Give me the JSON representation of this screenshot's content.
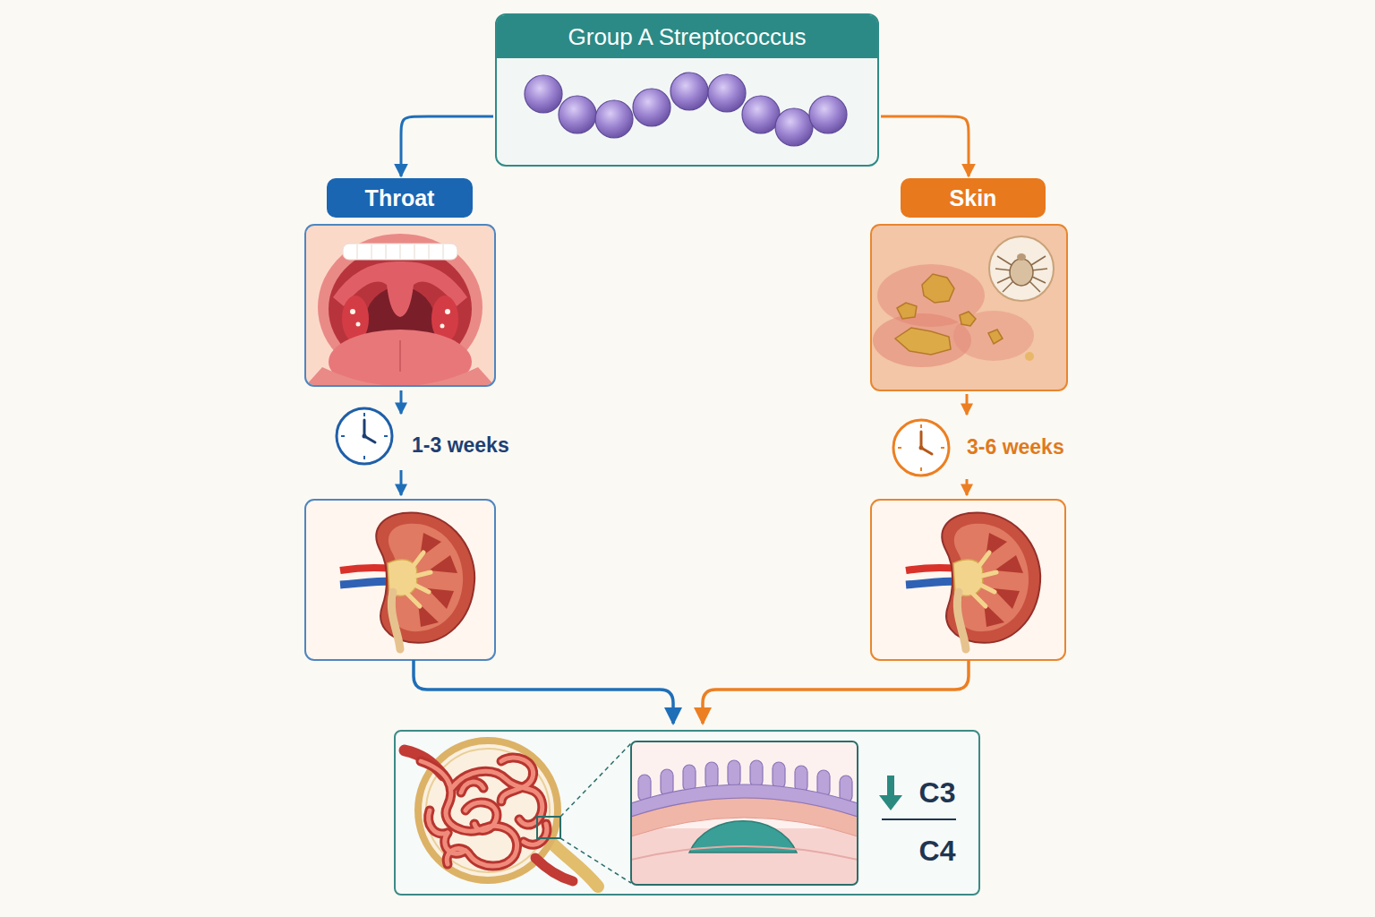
{
  "diagram": {
    "nodes": [
      {
        "text": [
          "Group A Streptococcus"
        ]
      },
      {
        "text": [
          "Throat"
        ]
      },
      {
        "text": [
          "Skin"
        ]
      },
      {
        "text": [
          "C3",
          "C4"
        ]
      }
    ],
    "edges": [
      {
        "from": 0,
        "to": 1,
        "arrow": "to"
      },
      {
        "from": 0,
        "to": 2,
        "arrow": "to"
      }
    ],
    "labels": [
      "1-3 weeks",
      "3-6 weeks"
    ]
  }
}
